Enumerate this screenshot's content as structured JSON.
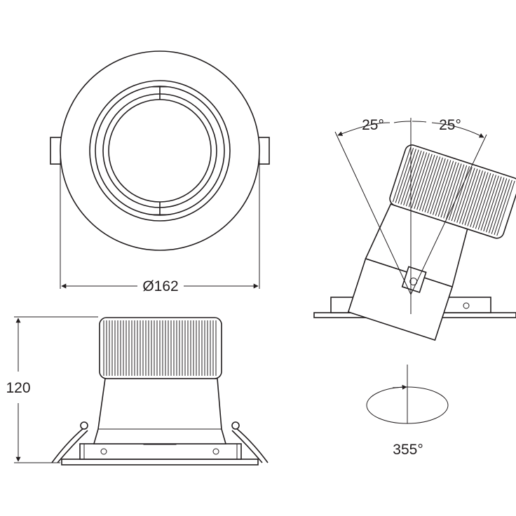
{
  "dimensions": {
    "diameter_label": "Ø162",
    "height_label": "120",
    "tilt_left_label": "25°",
    "tilt_right_label": "25°",
    "rotation_label": "355°"
  },
  "colors": {
    "line": "#231f20",
    "background": "#ffffff"
  }
}
